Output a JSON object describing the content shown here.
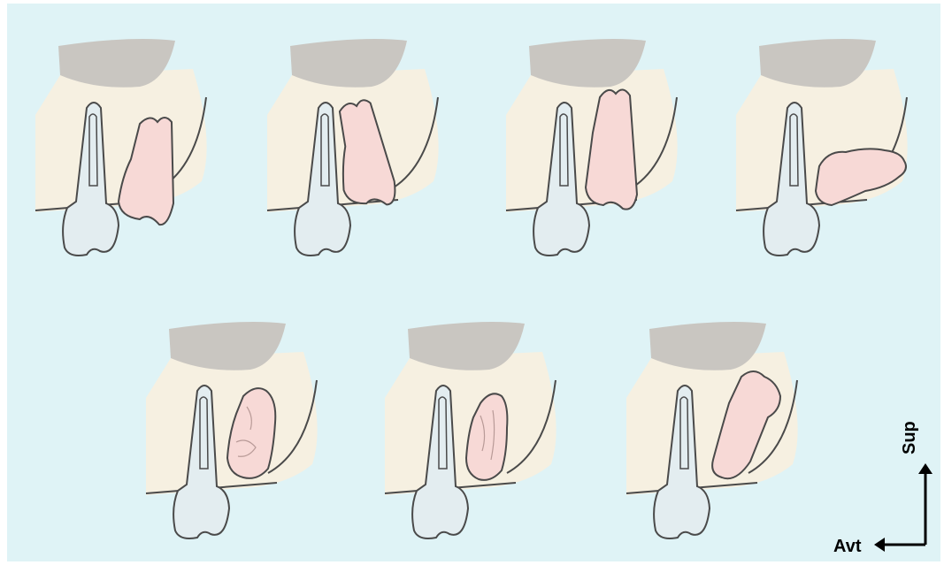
{
  "colors": {
    "background": "#dff3f6",
    "bone": "#f6f0e1",
    "sinus": "#c9c6c1",
    "second_molar": "#e3edf0",
    "third_molar": "#f7d9d6",
    "outline": "#4a4a4a",
    "arrow": "#000000"
  },
  "panels": [
    {
      "id": "vertical",
      "third_molar_angle": 0
    },
    {
      "id": "mesioangular",
      "third_molar_angle": -12
    },
    {
      "id": "vertical-high",
      "third_molar_angle": -2
    },
    {
      "id": "horizontal",
      "third_molar_angle": -90
    },
    {
      "id": "buccoangular",
      "third_molar_angle": 5
    },
    {
      "id": "linguoangular",
      "third_molar_angle": 0
    },
    {
      "id": "distoangular",
      "third_molar_angle": 25
    }
  ],
  "orientation": {
    "vertical_label": "Sup",
    "horizontal_label": "Avt"
  }
}
